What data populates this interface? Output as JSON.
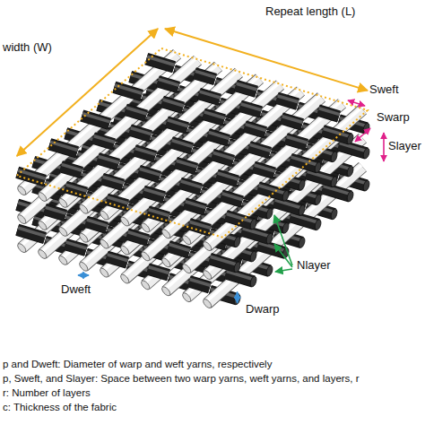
{
  "diagram": {
    "labels": [
      "Repeat length (L)",
      "width (W)",
      "Sweft",
      "Swarp",
      "Slayer",
      "Nlayer",
      "Dwarp",
      "Dweft",
      "p and Dweft: Diameter of warp and weft yarns, respectively",
      "p, Sweft, and Slayer: Space between two warp yarns, weft yarns, and layers, r",
      "r: Number of layers",
      "c: Thickness of the fabric"
    ]
  }
}
